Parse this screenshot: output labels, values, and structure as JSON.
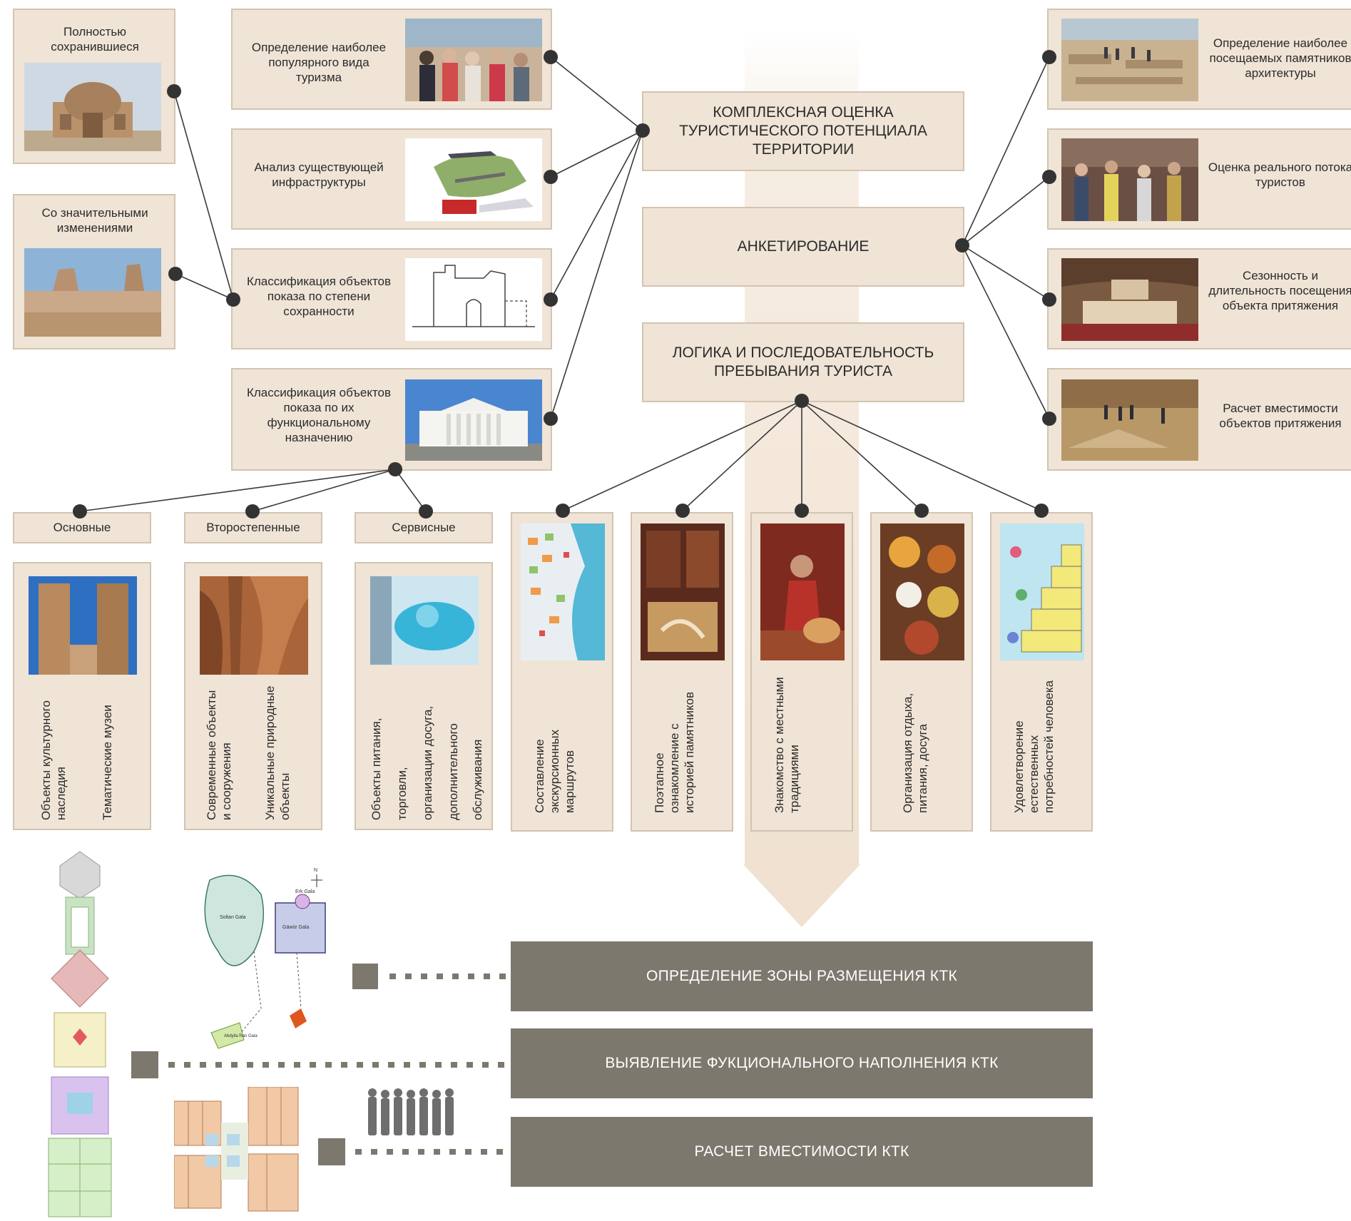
{
  "left_cards": [
    {
      "label": "Полностью сохранившиеся"
    },
    {
      "label": "Со значительными изменениями"
    }
  ],
  "mid_cards": [
    {
      "label": "Определение наиболее популярного вида туризма"
    },
    {
      "label": "Анализ существующей инфраструктуры"
    },
    {
      "label": "Классификация объектов показа по степени сохранности"
    },
    {
      "label": "Классификация объектов показа по их функциональному назначению"
    }
  ],
  "center_boxes": [
    {
      "label": "КОМПЛЕКСНАЯ ОЦЕНКА ТУРИСТИЧЕСКОГО ПОТЕНЦИАЛА ТЕРРИТОРИИ"
    },
    {
      "label": "АНКЕТИРОВАНИЕ"
    },
    {
      "label": "ЛОГИКА И ПОСЛЕДОВАТЕЛЬНОСТЬ ПРЕБЫВАНИЯ ТУРИСТА"
    }
  ],
  "right_cards": [
    {
      "label": "Определение наиболее посещаемых памятников архитектуры"
    },
    {
      "label": "Оценка реального потока туристов"
    },
    {
      "label": "Сезонность и длительность посещения объекта притяжения"
    },
    {
      "label": "Расчет вместимости объектов притяжения"
    }
  ],
  "categories": [
    {
      "title": "Основные",
      "lines": [
        "Объекты культурного наследия",
        "Тематические музеи"
      ]
    },
    {
      "title": "Второстепенные",
      "lines": [
        "Современные объекты и сооружения",
        "Уникальные природные объекты"
      ]
    },
    {
      "title": "Сервисные",
      "lines": [
        "Объекты питания,",
        "торговли,",
        "организации досуга,",
        "дополнительного",
        "обслуживания"
      ]
    }
  ],
  "logic_items": [
    {
      "label": "Составление экскурсионных маршрутов"
    },
    {
      "label": "Поэтапное ознакомление с историей памятников"
    },
    {
      "label": "Знакомство с местными традициями"
    },
    {
      "label": "Организация отдыха, питания, досуга"
    },
    {
      "label": "Удовлетворение естественных потребностей человека"
    }
  ],
  "result_bars": [
    {
      "label": "ОПРЕДЕЛЕНИЕ ЗОНЫ РАЗМЕЩЕНИЯ КТК"
    },
    {
      "label": "ВЫЯВЛЕНИЕ ФУКЦИОНАЛЬНОГО НАПОЛНЕНИЯ КТК"
    },
    {
      "label": "РАСЧЕТ ВМЕСТИМОСТИ КТК"
    }
  ],
  "map_labels": {
    "a": "Soltan Gala",
    "b": "Gäwür Gala",
    "c": "Erk Gala",
    "d": "Abdylla Han Gala",
    "north": "N"
  },
  "colors": {
    "card_bg": "#efe4d6",
    "card_border": "#d3c4b1",
    "dark_bar": "#7c786d",
    "dot": "#333333",
    "arrow": "#f2e6d8"
  }
}
